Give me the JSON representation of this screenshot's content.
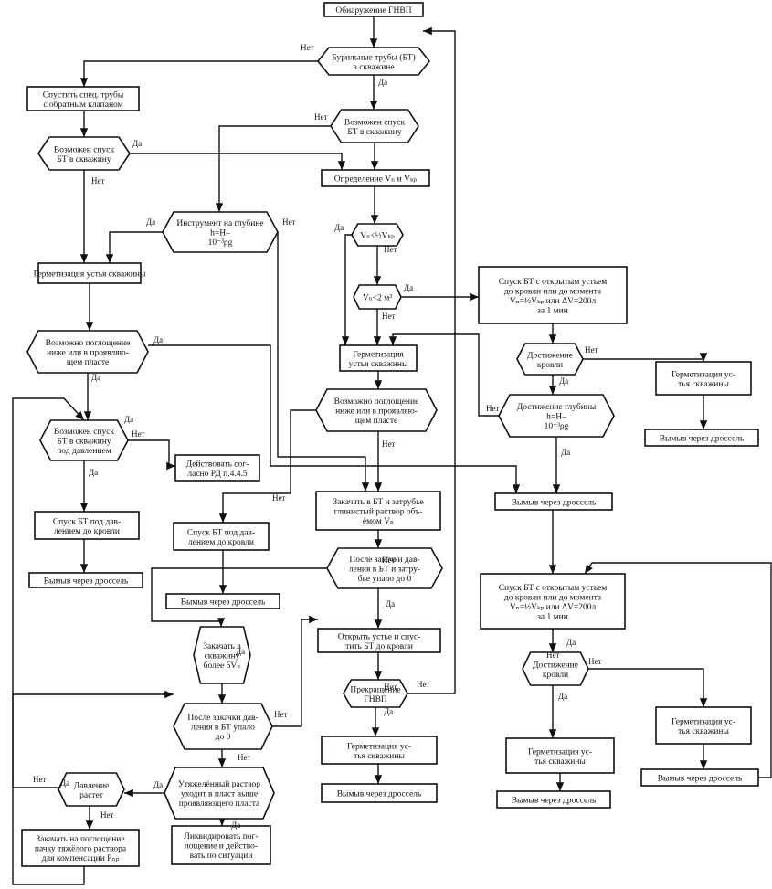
{
  "diagram": {
    "nodes": [
      {
        "id": "start",
        "shape": "rect",
        "lines": [
          "Обнаружение ГНВП"
        ]
      },
      {
        "id": "q_bt_in_well",
        "shape": "hex",
        "lines": [
          "Бурильные трубы (БТ)",
          "в скважине"
        ]
      },
      {
        "id": "run_special_pipe",
        "shape": "rect",
        "lines": [
          "Спустить спец. трубы",
          "с обратным клапаном"
        ]
      },
      {
        "id": "q_can_run_left",
        "shape": "hex",
        "lines": [
          "Возможен спуск",
          "БТ в скважину"
        ]
      },
      {
        "id": "q_can_run_center",
        "shape": "hex",
        "lines": [
          "Возможен спуск",
          "БТ в скважину"
        ]
      },
      {
        "id": "q_tool_depth",
        "shape": "hex",
        "lines": [
          "Инструмент на глубине",
          "h=H–",
          "10⁻³ρg"
        ]
      },
      {
        "id": "determine_v",
        "shape": "rect",
        "lines": [
          "Определение Vₙ и Vₖₚ"
        ]
      },
      {
        "id": "q_vn_vkp",
        "shape": "hex",
        "lines": [
          "Vₙ<½Vₖₚ"
        ]
      },
      {
        "id": "seal_left",
        "shape": "rect",
        "lines": [
          "Герметизация устья скважины"
        ]
      },
      {
        "id": "q_v2",
        "shape": "hex",
        "lines": [
          "Vₙ<2 м³"
        ]
      },
      {
        "id": "run_open_top",
        "shape": "rect",
        "lines": [
          "Спуск БТ с открытым устьем",
          "до кровли или до момента",
          "Vₙ=½Vₖₚ или ΔV=200л",
          "за 1 мин"
        ]
      },
      {
        "id": "q_absorb_left",
        "shape": "hex",
        "lines": [
          "Возможно поглощение",
          "ниже или в проявляю-",
          "щем пласте"
        ]
      },
      {
        "id": "seal_mid",
        "shape": "rect",
        "lines": [
          "Герметизация",
          "устья скважины"
        ]
      },
      {
        "id": "q_reach_roof_top",
        "shape": "hex",
        "lines": [
          "Достижение",
          "кровли"
        ]
      },
      {
        "id": "seal_right_top",
        "shape": "rect",
        "lines": [
          "Герметизация ус-",
          "тья скважины"
        ]
      },
      {
        "id": "q_absorb_center",
        "shape": "hex",
        "lines": [
          "Возможно поглощение",
          "ниже или в проявляю-",
          "щем пласте"
        ]
      },
      {
        "id": "q_reach_depth",
        "shape": "hex",
        "lines": [
          "Достижение глубины",
          "h=H–",
          "10⁻³ρg"
        ]
      },
      {
        "id": "q_run_under_pressure",
        "shape": "hex",
        "lines": [
          "Возможен спуск",
          "БТ в скважину",
          "под давлением"
        ]
      },
      {
        "id": "wash_out_right_top",
        "shape": "rect",
        "lines": [
          "Вымыв через дроссель"
        ]
      },
      {
        "id": "act_rd",
        "shape": "rect",
        "lines": [
          "Действовать сог-",
          "ласно РД п.4.4.5"
        ]
      },
      {
        "id": "pump_bt_mud",
        "shape": "rect",
        "lines": [
          "Закачать в БТ и затрубье",
          "глинистый раствор объ-",
          "ёмом Vₙ"
        ]
      },
      {
        "id": "wash_out_right_mid",
        "shape": "rect",
        "lines": [
          "Вымыв через дроссель"
        ]
      },
      {
        "id": "run_under_press_left",
        "shape": "rect",
        "lines": [
          "Спуск БТ под дав-",
          "лением до кровли"
        ]
      },
      {
        "id": "run_under_press_mid",
        "shape": "rect",
        "lines": [
          "Спуск БТ под дав-",
          "лением до кровли"
        ]
      },
      {
        "id": "q_after_pump_center",
        "shape": "hex",
        "lines": [
          "После закачки дав-",
          "ления в БТ и затру-",
          "бье упало до 0"
        ]
      },
      {
        "id": "wash_out_left",
        "shape": "rect",
        "lines": [
          "Вымыв через дроссель"
        ]
      },
      {
        "id": "wash_out_mid",
        "shape": "rect",
        "lines": [
          "Вымыв через дроссель"
        ]
      },
      {
        "id": "run_open_bottom",
        "shape": "rect",
        "lines": [
          "Спуск БТ с открытым устьем",
          "до кровли или до момента",
          "Vₙ=½Vₖₚ или ΔV=200л",
          "за 1 мин"
        ]
      },
      {
        "id": "q_pump_5v",
        "shape": "hex",
        "lines": [
          "Закачать в",
          "скважину",
          "более 5Vₙ"
        ]
      },
      {
        "id": "open_top_run",
        "shape": "rect",
        "lines": [
          "Открыть устье и спус-",
          "тить БТ до кровли"
        ]
      },
      {
        "id": "q_reach_roof_bottom",
        "shape": "hex",
        "lines": [
          "Достижение",
          "кровли"
        ]
      },
      {
        "id": "q_after_pump_lower",
        "shape": "hex",
        "lines": [
          "После закачки дав-",
          "ления в БТ упало",
          "до 0"
        ]
      },
      {
        "id": "q_gnvp_stop",
        "shape": "hex",
        "lines": [
          "Прекращение",
          "ГНВП"
        ]
      },
      {
        "id": "seal_right_bottom",
        "shape": "rect",
        "lines": [
          "Герметизация ус-",
          "тья скважины"
        ]
      },
      {
        "id": "seal_center_bottom",
        "shape": "rect",
        "lines": [
          "Герметизация ус-",
          "тья скважины"
        ]
      },
      {
        "id": "seal_right_mid",
        "shape": "rect",
        "lines": [
          "Герметизация ус-",
          "тья скважины"
        ]
      },
      {
        "id": "q_heavy_mud",
        "shape": "hex",
        "lines": [
          "Утяжелённый раствор",
          "уходит в пласт выше",
          "проявляющего пласта"
        ]
      },
      {
        "id": "q_heavy_mud_now",
        "shape": "hex",
        "lines": [
          "Давление",
          "растет"
        ]
      },
      {
        "id": "wash_out_right_bottom",
        "shape": "rect",
        "lines": [
          "Вымыв через дроссель"
        ]
      },
      {
        "id": "wash_out_center_bottom",
        "shape": "rect",
        "lines": [
          "Вымыв через дроссель"
        ]
      },
      {
        "id": "wash_out_right_mid2",
        "shape": "rect",
        "lines": [
          "Вымыв через дроссель"
        ]
      },
      {
        "id": "eliminate_absorb",
        "shape": "rect",
        "lines": [
          "Ликвидировать пог-",
          "лощение и действо-",
          "вать по ситуации"
        ]
      },
      {
        "id": "pump_absorb_ahead",
        "shape": "rect",
        "lines": [
          "Закачать на поглощение",
          "пачку тяжёлого раствора",
          "для компенсации Pₙₚ"
        ]
      }
    ],
    "edge_labels": [
      "Нет",
      "Да",
      "Нет",
      "Да",
      "Нет",
      "Да",
      "Нет",
      "Да",
      "Нет",
      "Да",
      "Нет",
      "Да",
      "Да",
      "Нет",
      "Да",
      "Нет",
      "Нет",
      "Да",
      "Нет",
      "Да",
      "Нет",
      "Да",
      "Нет",
      "Да",
      "Нет",
      "Нет",
      "Да",
      "Да",
      "Нет",
      "Да",
      "Нет",
      "Да",
      "Нет",
      "Да",
      "Нет",
      "Да",
      "Нет",
      "Да",
      "Нет"
    ]
  }
}
